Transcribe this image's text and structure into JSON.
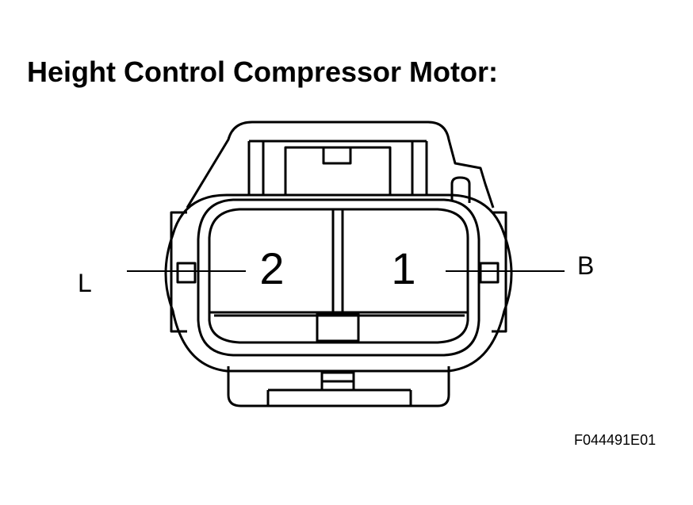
{
  "title": "Height Control Compressor Motor:",
  "connector": {
    "terminals": [
      {
        "number": "2",
        "wire": "L"
      },
      {
        "number": "1",
        "wire": "B"
      }
    ]
  },
  "figure_id": "F044491E01"
}
